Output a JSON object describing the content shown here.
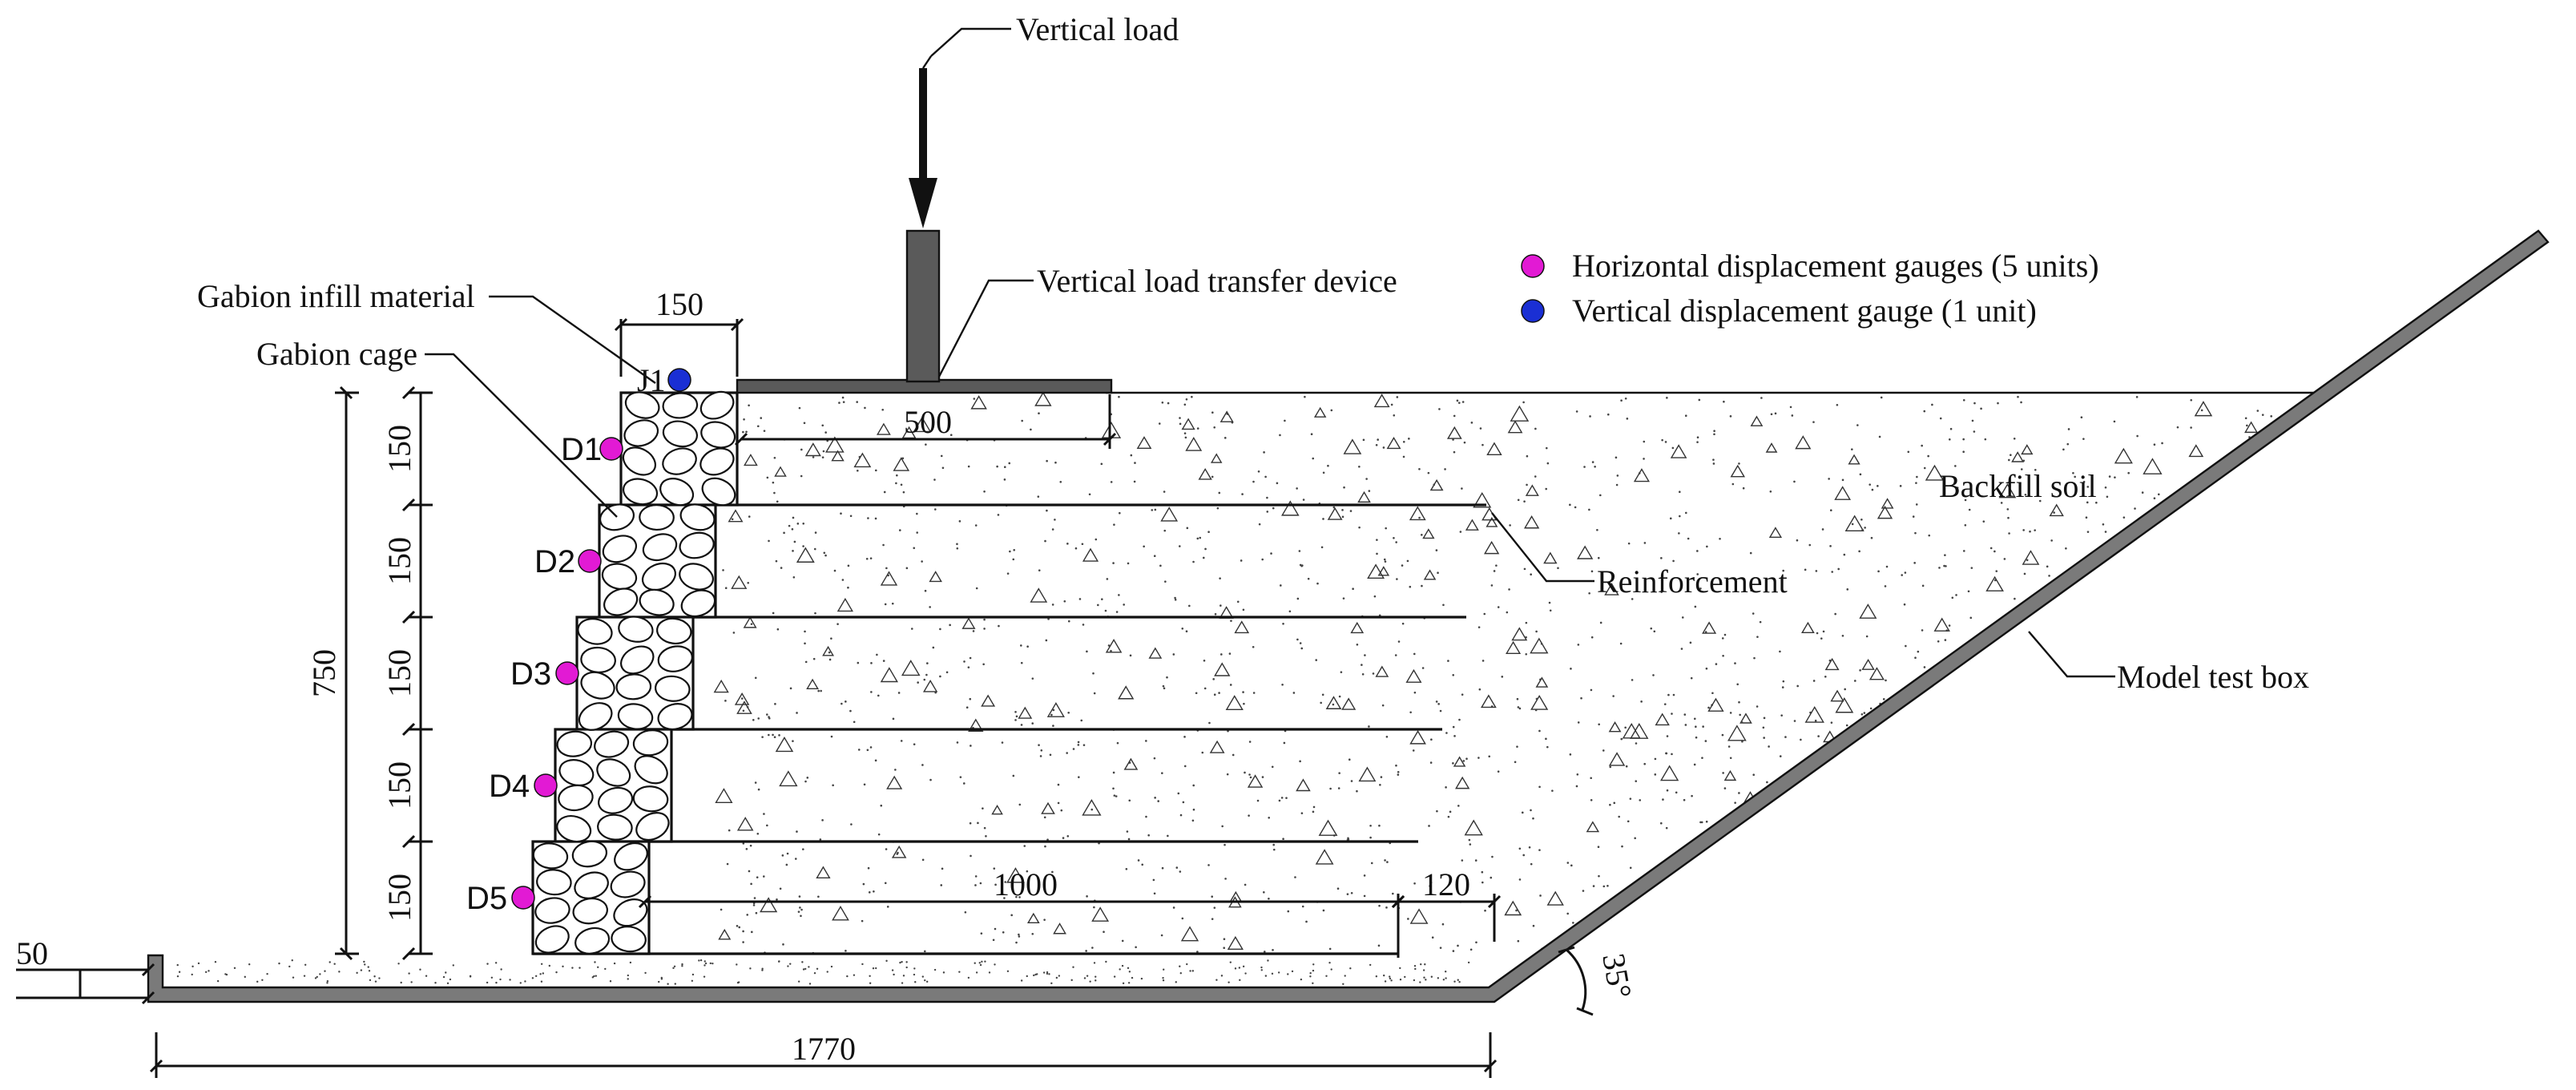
{
  "labels": {
    "vertical_load": "Vertical load",
    "load_transfer_device": "Vertical load transfer device",
    "gabion_infill": "Gabion infill material",
    "gabion_cage": "Gabion cage",
    "backfill_soil": "Backfill soil",
    "reinforcement": "Reinforcement",
    "model_test_box": "Model test box"
  },
  "legend": {
    "horizontal_gauges": "Horizontal displacement gauges (5 units)",
    "vertical_gauge": "Vertical displacement gauge (1 unit)"
  },
  "gauges": {
    "horizontal": [
      "D1",
      "D2",
      "D3",
      "D4",
      "D5"
    ],
    "vertical": [
      "J1"
    ]
  },
  "dimensions": {
    "unit_width": "150",
    "plate_length": "500",
    "total_height": "750",
    "layer_heights": [
      "150",
      "150",
      "150",
      "150",
      "150"
    ],
    "reinforcement_length": "1000",
    "gap": "120",
    "base_thickness": "50",
    "box_length": "1770",
    "slope_angle": "35°"
  },
  "colors": {
    "horizontal_gauge": "#e21ad4",
    "vertical_gauge": "#1a2fd4",
    "box_wall": "#7a7a7a",
    "load_device": "#5a5a5a"
  }
}
